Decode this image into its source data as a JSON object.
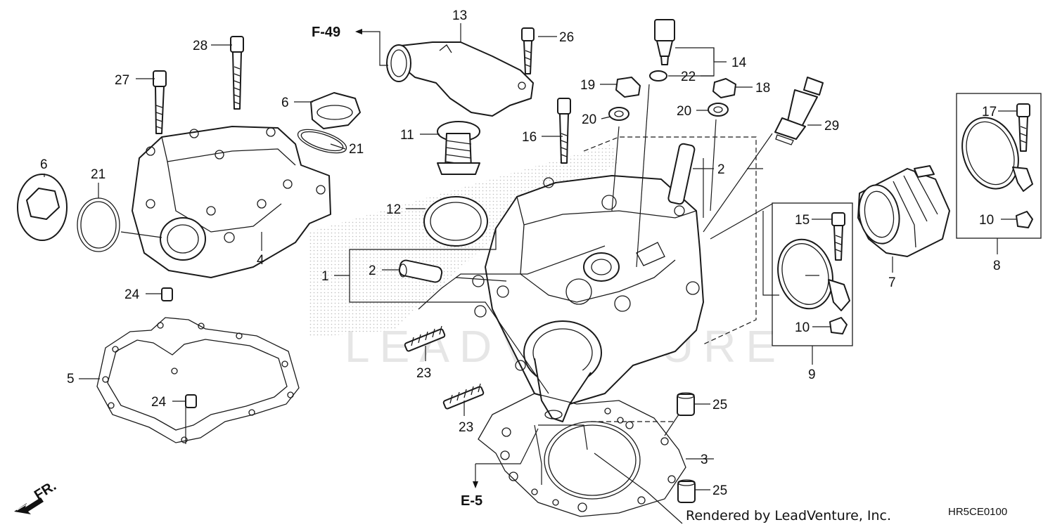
{
  "watermark": "LEADVENTURE",
  "callouts": {
    "c1": "1",
    "c2a": "2",
    "c2b": "2",
    "c3": "3",
    "c4": "4",
    "c5": "5",
    "c6a": "6",
    "c6b": "6",
    "c7": "7",
    "c8": "8",
    "c9": "9",
    "c10a": "10",
    "c10b": "10",
    "c11": "11",
    "c12": "12",
    "c13": "13",
    "c14": "14",
    "c15": "15",
    "c16": "16",
    "c17": "17",
    "c18": "18",
    "c19": "19",
    "c20a": "20",
    "c20b": "20",
    "c21a": "21",
    "c21b": "21",
    "c22": "22",
    "c23a": "23",
    "c23b": "23",
    "c24a": "24",
    "c24b": "24",
    "c25a": "25",
    "c25b": "25",
    "c26": "26",
    "c27": "27",
    "c28": "28",
    "c29": "29"
  },
  "references": {
    "top": "F-49",
    "bottom": "E-5"
  },
  "front_marker": "FR.",
  "credit": "Rendered by LeadVenture, Inc.",
  "diagram_code": "HR5CE0100"
}
